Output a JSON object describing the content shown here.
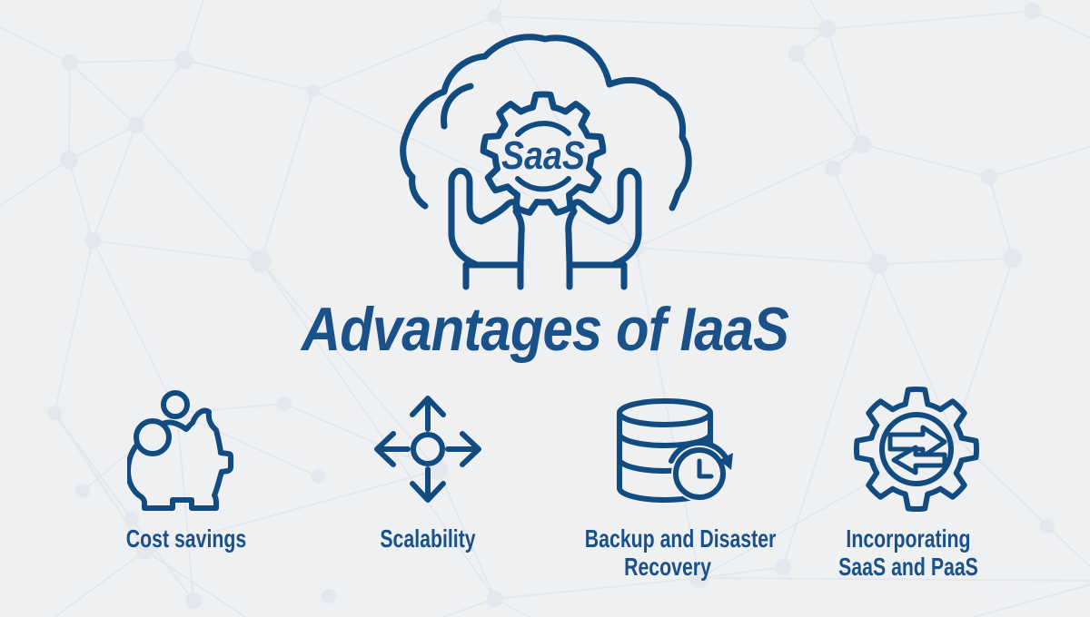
{
  "page": {
    "title": "Advantages of IaaS"
  },
  "hero": {
    "icon": "hands-holding-cloud-gear-icon",
    "gear_label": "SaaS"
  },
  "features": [
    {
      "icon": "piggy-bank-icon",
      "label": "Cost savings",
      "lines": [
        "Cost savings"
      ]
    },
    {
      "icon": "scalability-arrows-icon",
      "label": "Scalability",
      "lines": [
        "Scalability"
      ]
    },
    {
      "icon": "database-restore-icon",
      "label": "Backup and Disaster Recovery",
      "lines": [
        "Backup and Disaster",
        "Recovery"
      ]
    },
    {
      "icon": "gear-transfer-icon",
      "label": "Incorporating SaaS and PaaS",
      "lines": [
        "Incorporating",
        "SaaS and PaaS"
      ]
    }
  ],
  "colors": {
    "background": "#eef0f2",
    "accent_stroke": "#114b80",
    "title_text": "#1b5189",
    "pattern_line": "#e2e6ec",
    "node_fill": "#e3e8ee"
  }
}
